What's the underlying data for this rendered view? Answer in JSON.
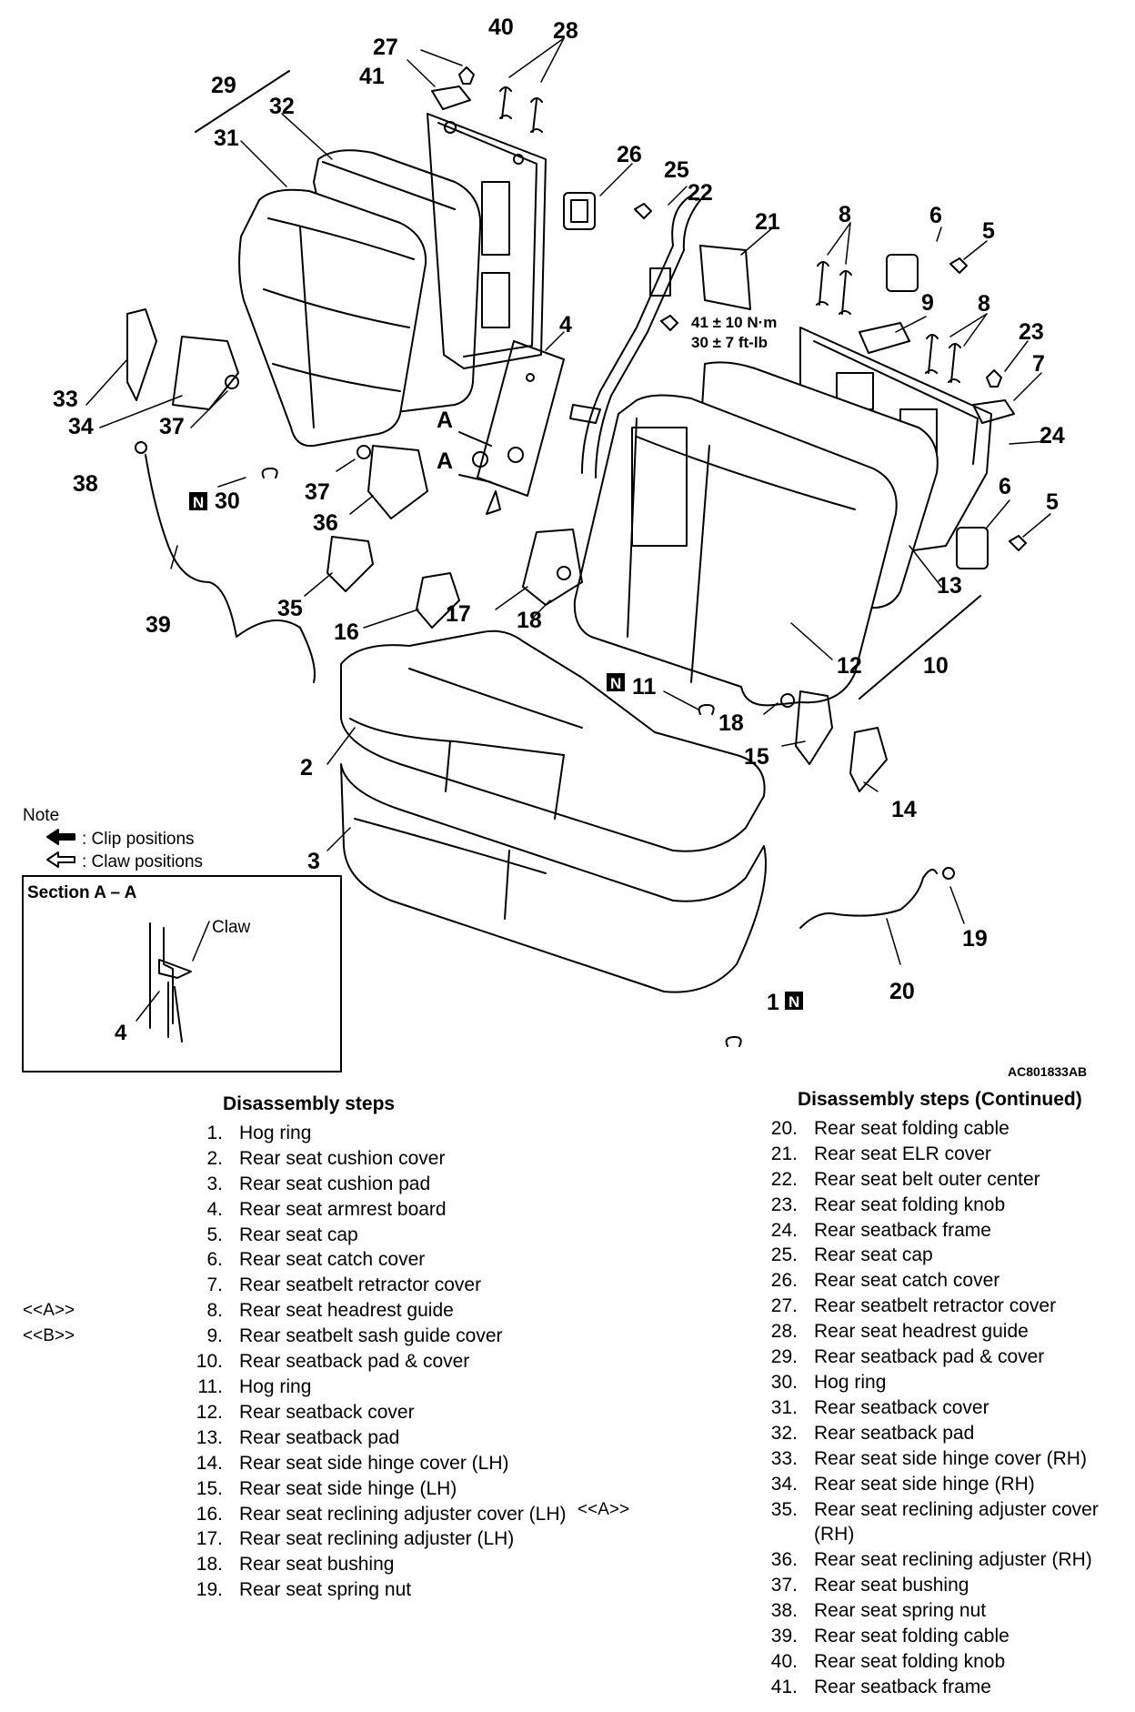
{
  "figure_id": "AC801833AB",
  "torque_spec": {
    "line1": "41 ± 10 N·m",
    "line2": "30 ± 7 ft-lb"
  },
  "note": {
    "title": "Note",
    "clip_label": ": Clip positions",
    "claw_label": ": Claw positions",
    "section_title": "Section A – A",
    "section_claw": "Claw",
    "section_part": "4"
  },
  "section_marker": "A",
  "callouts": {
    "c1": "1",
    "c2": "2",
    "c3": "3",
    "c4": "4",
    "c5a": "5",
    "c5b": "5",
    "c6a": "6",
    "c6b": "6",
    "c7": "7",
    "c8a": "8",
    "c8b": "8",
    "c9": "9",
    "c10": "10",
    "c11": "11",
    "c12": "12",
    "c13": "13",
    "c14": "14",
    "c15": "15",
    "c16": "16",
    "c17": "17",
    "c18a": "18",
    "c18b": "18",
    "c19": "19",
    "c20": "20",
    "c21": "21",
    "c22": "22",
    "c23": "23",
    "c24": "24",
    "c25": "25",
    "c26": "26",
    "c27": "27",
    "c28": "28",
    "c29": "29",
    "c30": "30",
    "c31": "31",
    "c32": "32",
    "c33": "33",
    "c34": "34",
    "c35": "35",
    "c36": "36",
    "c37a": "37",
    "c37b": "37",
    "c38": "38",
    "c39": "39",
    "c40": "40",
    "c41": "41",
    "n": "N"
  },
  "steps_left": {
    "heading": "Disassembly steps",
    "items": [
      {
        "tag": "",
        "num": "1.",
        "text": "Hog ring"
      },
      {
        "tag": "",
        "num": "2.",
        "text": "Rear seat cushion cover"
      },
      {
        "tag": "",
        "num": "3.",
        "text": "Rear seat cushion pad"
      },
      {
        "tag": "",
        "num": "4.",
        "text": "Rear seat armrest board"
      },
      {
        "tag": "",
        "num": "5.",
        "text": "Rear seat cap"
      },
      {
        "tag": "",
        "num": "6.",
        "text": "Rear seat catch cover"
      },
      {
        "tag": "",
        "num": "7.",
        "text": "Rear seatbelt retractor cover"
      },
      {
        "tag": "<<A>>",
        "num": "8.",
        "text": "Rear seat headrest guide"
      },
      {
        "tag": "<<B>>",
        "num": "9.",
        "text": "Rear seatbelt sash guide cover"
      },
      {
        "tag": "",
        "num": "10.",
        "text": "Rear seatback pad & cover"
      },
      {
        "tag": "",
        "num": "11.",
        "text": "Hog ring"
      },
      {
        "tag": "",
        "num": "12.",
        "text": "Rear seatback cover"
      },
      {
        "tag": "",
        "num": "13.",
        "text": "Rear seatback pad"
      },
      {
        "tag": "",
        "num": "14.",
        "text": "Rear seat side hinge cover (LH)"
      },
      {
        "tag": "",
        "num": "15.",
        "text": "Rear seat side hinge (LH)"
      },
      {
        "tag": "",
        "num": "16.",
        "text": "Rear seat reclining adjuster cover (LH)"
      },
      {
        "tag": "",
        "num": "17.",
        "text": "Rear seat reclining adjuster (LH)"
      },
      {
        "tag": "",
        "num": "18.",
        "text": "Rear seat bushing"
      },
      {
        "tag": "",
        "num": "19.",
        "text": "Rear seat spring nut"
      }
    ]
  },
  "steps_right": {
    "heading": "Disassembly steps (Continued)",
    "items": [
      {
        "tag": "",
        "num": "20.",
        "text": "Rear seat folding cable"
      },
      {
        "tag": "",
        "num": "21.",
        "text": "Rear seat ELR cover"
      },
      {
        "tag": "",
        "num": "22.",
        "text": "Rear seat belt outer center"
      },
      {
        "tag": "",
        "num": "23.",
        "text": "Rear seat folding knob"
      },
      {
        "tag": "",
        "num": "24.",
        "text": "Rear seatback frame"
      },
      {
        "tag": "",
        "num": "25.",
        "text": "Rear seat cap"
      },
      {
        "tag": "",
        "num": "26.",
        "text": "Rear seat catch cover"
      },
      {
        "tag": "",
        "num": "27.",
        "text": "Rear seatbelt retractor cover"
      },
      {
        "tag": "",
        "num": "28.",
        "text": "Rear seat headrest guide"
      },
      {
        "tag": "",
        "num": "29.",
        "text": "Rear seatback pad & cover"
      },
      {
        "tag": "",
        "num": "30.",
        "text": "Hog ring"
      },
      {
        "tag": "",
        "num": "31.",
        "text": "Rear seatback cover"
      },
      {
        "tag": "",
        "num": "32.",
        "text": "Rear seatback pad"
      },
      {
        "tag": "",
        "num": "33.",
        "text": "Rear seat side hinge cover (RH)"
      },
      {
        "tag": "",
        "num": "34.",
        "text": "Rear seat side hinge (RH)"
      },
      {
        "tag": "<<A>>",
        "num": "35.",
        "text": "Rear seat reclining adjuster cover (RH)"
      },
      {
        "tag": "",
        "num": "36.",
        "text": "Rear seat reclining adjuster (RH)"
      },
      {
        "tag": "",
        "num": "37.",
        "text": "Rear seat bushing"
      },
      {
        "tag": "",
        "num": "38.",
        "text": "Rear seat spring nut"
      },
      {
        "tag": "",
        "num": "39.",
        "text": "Rear seat folding cable"
      },
      {
        "tag": "",
        "num": "40.",
        "text": "Rear seat folding knob"
      },
      {
        "tag": "",
        "num": "41.",
        "text": "Rear seatback frame"
      }
    ]
  }
}
